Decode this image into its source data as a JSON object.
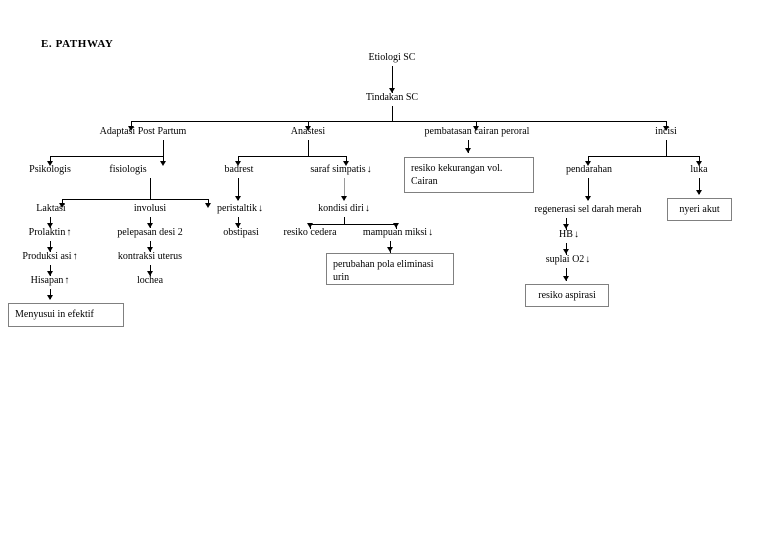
{
  "document": {
    "heading": "E.  PATHWAY",
    "title": "E. PATHWAY"
  },
  "chart_data": {
    "type": "diagram",
    "title": "E. PATHWAY",
    "description": "Clinical pathway flowchart for Sectio Caesarea (SC) showing etiology, action and resulting branches",
    "root": "Etiologi SC",
    "nodes": [
      {
        "id": "etiologi-sc",
        "label": "Etiologi SC",
        "boxed": false
      },
      {
        "id": "tindakan-sc",
        "label": "Tindakan SC",
        "boxed": false
      },
      {
        "id": "adaptasi-post-partum",
        "label": "Adaptasi Post Partum",
        "boxed": false
      },
      {
        "id": "anastesi",
        "label": "Anastesi",
        "boxed": false
      },
      {
        "id": "pembatasan-cairan-peroral",
        "label": "pembatasan cairan peroral",
        "boxed": false
      },
      {
        "id": "incisi",
        "label": "incisi",
        "boxed": false
      },
      {
        "id": "psikologis",
        "label": "Psikologis",
        "boxed": false
      },
      {
        "id": "fisiologis",
        "label": "fisiologis",
        "boxed": false
      },
      {
        "id": "laktasi",
        "label": "Laktasi",
        "boxed": false
      },
      {
        "id": "involusi",
        "label": "involusi",
        "boxed": false
      },
      {
        "id": "prolaktin",
        "label": "Prolaktin",
        "arrow": "↑",
        "boxed": false
      },
      {
        "id": "produksi-asi",
        "label": "Produksi asi",
        "arrow": "↑",
        "boxed": false
      },
      {
        "id": "hisapan",
        "label": "Hisapan",
        "arrow": "↑",
        "boxed": false
      },
      {
        "id": "menyusui-in-efektif",
        "label": "Menyusui in efektif",
        "boxed": true
      },
      {
        "id": "pelepasan-desi-2",
        "label": "pelepasan desi 2",
        "boxed": false
      },
      {
        "id": "kontraksi-uterus",
        "label": "kontraksi uterus",
        "boxed": false
      },
      {
        "id": "lochea",
        "label": "lochea",
        "boxed": false
      },
      {
        "id": "badrest",
        "label": "badrest",
        "boxed": false
      },
      {
        "id": "saraf-simpatis",
        "label": "saraf simpatis",
        "arrow": "↓",
        "boxed": false
      },
      {
        "id": "peristaltik",
        "label": "peristaltik",
        "arrow": "↓",
        "boxed": false
      },
      {
        "id": "obstipasi",
        "label": "obstipasi",
        "boxed": false
      },
      {
        "id": "kondisi-diri",
        "label": "kondisi diri",
        "arrow": "↓",
        "boxed": false
      },
      {
        "id": "resiko-cedera",
        "label": "resiko cedera",
        "boxed": false
      },
      {
        "id": "mampuan-miksi",
        "label": "mampuan miksi",
        "arrow": "↓",
        "boxed": false
      },
      {
        "id": "perubahan-pola-eliminasi-urin",
        "label": "perubahan pola eliminasi urin",
        "boxed": true
      },
      {
        "id": "resiko-kekurangan-vol-cairan",
        "label": "resiko kekurangan vol. Cairan",
        "boxed": true
      },
      {
        "id": "pendarahan",
        "label": "pendarahan",
        "boxed": false
      },
      {
        "id": "luka",
        "label": "luka",
        "boxed": false
      },
      {
        "id": "regenerasi-sel-darah-merah",
        "label": "regenerasi sel darah merah",
        "boxed": false
      },
      {
        "id": "hb",
        "label": "HB",
        "arrow": "↓",
        "boxed": false
      },
      {
        "id": "suplai-o2",
        "label": "suplai O2",
        "arrow": "↓",
        "boxed": false
      },
      {
        "id": "resiko-aspirasi",
        "label": "resiko aspirasi",
        "boxed": true
      },
      {
        "id": "nyeri-akut",
        "label": "nyeri akut",
        "boxed": true
      }
    ],
    "edges": [
      [
        "etiologi-sc",
        "tindakan-sc"
      ],
      [
        "tindakan-sc",
        "adaptasi-post-partum"
      ],
      [
        "tindakan-sc",
        "anastesi"
      ],
      [
        "tindakan-sc",
        "pembatasan-cairan-peroral"
      ],
      [
        "tindakan-sc",
        "incisi"
      ],
      [
        "adaptasi-post-partum",
        "psikologis"
      ],
      [
        "adaptasi-post-partum",
        "fisiologis"
      ],
      [
        "fisiologis",
        "laktasi"
      ],
      [
        "fisiologis",
        "involusi"
      ],
      [
        "laktasi",
        "prolaktin"
      ],
      [
        "prolaktin",
        "produksi-asi"
      ],
      [
        "produksi-asi",
        "hisapan"
      ],
      [
        "hisapan",
        "menyusui-in-efektif"
      ],
      [
        "involusi",
        "pelepasan-desi-2"
      ],
      [
        "pelepasan-desi-2",
        "kontraksi-uterus"
      ],
      [
        "kontraksi-uterus",
        "lochea"
      ],
      [
        "anastesi",
        "badrest"
      ],
      [
        "anastesi",
        "saraf-simpatis"
      ],
      [
        "badrest",
        "peristaltik"
      ],
      [
        "peristaltik",
        "obstipasi"
      ],
      [
        "saraf-simpatis",
        "kondisi-diri"
      ],
      [
        "kondisi-diri",
        "resiko-cedera"
      ],
      [
        "kondisi-diri",
        "mampuan-miksi"
      ],
      [
        "mampuan-miksi",
        "perubahan-pola-eliminasi-urin"
      ],
      [
        "pembatasan-cairan-peroral",
        "resiko-kekurangan-vol-cairan"
      ],
      [
        "incisi",
        "pendarahan"
      ],
      [
        "incisi",
        "luka"
      ],
      [
        "pendarahan",
        "regenerasi-sel-darah-merah"
      ],
      [
        "regenerasi-sel-darah-merah",
        "hb"
      ],
      [
        "hb",
        "suplai-o2"
      ],
      [
        "suplai-o2",
        "resiko-aspirasi"
      ],
      [
        "luka",
        "nyeri-akut"
      ]
    ],
    "colors": {
      "background": "#ffffff",
      "text": "#000000",
      "connector": "#000000",
      "box_border": "#808080"
    }
  },
  "boxed_text": {
    "menyusui": "Menyusui in efektif",
    "resiko_cairan_line1": "resiko kekurangan vol.",
    "resiko_cairan_line2": "Cairan",
    "eliminasi_line1": "perubahan pola eliminasi",
    "eliminasi_line2": "urin",
    "aspirasi": "resiko aspirasi",
    "nyeri": "nyeri akut"
  }
}
